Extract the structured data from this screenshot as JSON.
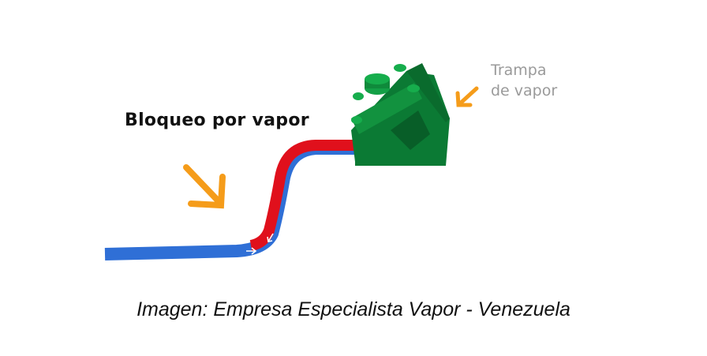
{
  "labels": {
    "vapor_lock": "Bloqueo por vapor",
    "steam_trap_line1": "Trampa",
    "steam_trap_line2": "de vapor"
  },
  "caption": "Imagen: Empresa Especialista Vapor - Venezuela",
  "colors": {
    "condensate": "#2f6fd6",
    "steam": "#e0101c",
    "trap": "#0b7a34",
    "arrow": "#f59c1a"
  }
}
